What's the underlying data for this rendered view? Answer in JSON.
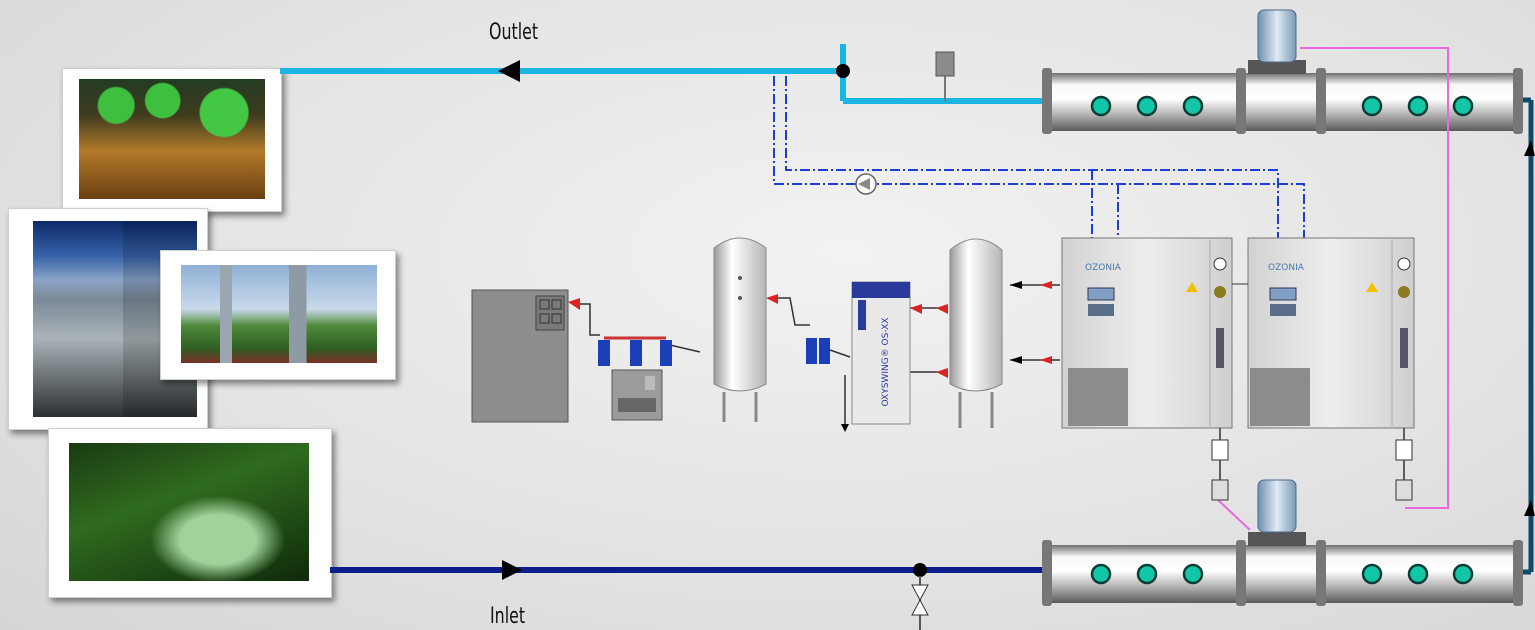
{
  "labels": {
    "outlet": "Outlet",
    "inlet": "Inlet"
  },
  "equipment": {
    "brand_left": "OZONIA",
    "brand_right": "OZONIA",
    "oxygen_generator": "OXYSWING® OS-XX"
  },
  "colors": {
    "outlet_pipe": "#1ab5e0",
    "inlet_pipe": "#0a1f8c",
    "control_line": "#1e3cd6",
    "signal_line": "#ee66dd",
    "nozzle": "#12c6a8"
  }
}
